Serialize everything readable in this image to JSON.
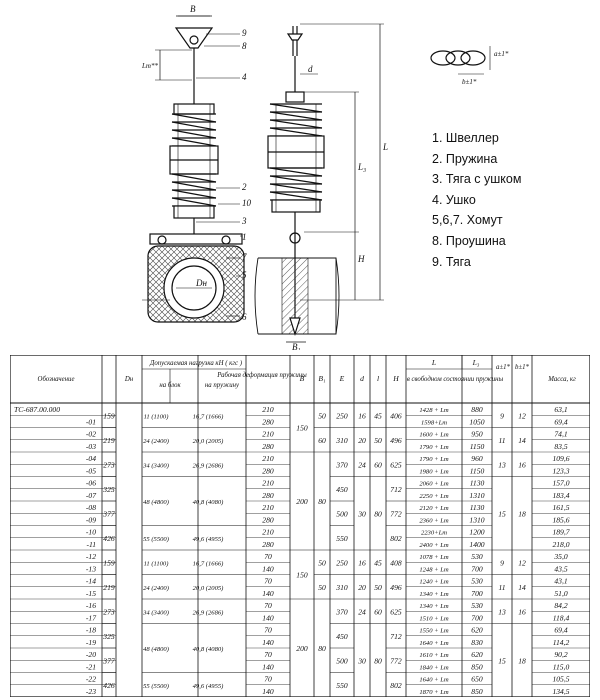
{
  "legend": [
    "1. Швеллер",
    "2. Пружина",
    "3. Тяга с ушком",
    "4. Ушко",
    "5,6,7. Хомут",
    "8. Проушина",
    "9. Тяга"
  ],
  "drawing": {
    "callouts": [
      "9",
      "8",
      "4",
      "2",
      "10",
      "3",
      "1",
      "7",
      "5",
      "6"
    ],
    "dims": {
      "B": "B",
      "L": "L",
      "L3": "L₃",
      "H": "H",
      "d": "d",
      "Dn": "Dн",
      "B1": "B₁",
      "sq": "a±1*",
      "bt": "b±1*",
      "Lt": "Lт**"
    }
  },
  "table": {
    "headers": {
      "designation": "Обозначение",
      "dn": "Dн",
      "load": "Допускаемая нагрузка кН ( кгс )",
      "load_block": "на блок",
      "load_spring": "на пружину",
      "deform": "Рабочая деформация пружины",
      "B": "B",
      "B1": "B₁",
      "E": "E",
      "d": "d",
      "l": "l",
      "H": "H",
      "L": "L",
      "L3": "L₃",
      "Lfree": "в свободном состоянии пружины",
      "a": "a±1*",
      "b": "b±1*",
      "mass": "Масса, кг"
    },
    "designations": [
      "ТС-687.00.000",
      "-01",
      "-02",
      "-03",
      "-04",
      "-05",
      "-06",
      "-07",
      "-08",
      "-09",
      "-10",
      "-11",
      "-12",
      "-13",
      "-14",
      "-15",
      "-16",
      "-17",
      "-18",
      "-19",
      "-20",
      "-21",
      "-22",
      "-23"
    ],
    "dn": [
      {
        "v": "159",
        "r0": 0,
        "n": 2
      },
      {
        "v": "219",
        "r0": 2,
        "n": 2
      },
      {
        "v": "273",
        "r0": 4,
        "n": 2
      },
      {
        "v": "325",
        "r0": 6,
        "n": 2
      },
      {
        "v": "377",
        "r0": 8,
        "n": 2
      },
      {
        "v": "426",
        "r0": 10,
        "n": 2
      },
      {
        "v": "159",
        "r0": 12,
        "n": 2
      },
      {
        "v": "219",
        "r0": 14,
        "n": 2
      },
      {
        "v": "273",
        "r0": 16,
        "n": 2
      },
      {
        "v": "325",
        "r0": 18,
        "n": 2
      },
      {
        "v": "377",
        "r0": 20,
        "n": 2
      },
      {
        "v": "426",
        "r0": 22,
        "n": 2
      }
    ],
    "load_block": [
      {
        "v": "11 (1100)",
        "r0": 0,
        "n": 2
      },
      {
        "v": "24 (2400)",
        "r0": 2,
        "n": 2
      },
      {
        "v": "34 (3400)",
        "r0": 4,
        "n": 2
      },
      {
        "v": "48 (4800)",
        "r0": 6,
        "n": 4
      },
      {
        "v": "55 (5500)",
        "r0": 10,
        "n": 2
      },
      {
        "v": "11 (1100)",
        "r0": 12,
        "n": 2
      },
      {
        "v": "24 (2400)",
        "r0": 14,
        "n": 2
      },
      {
        "v": "34 (3400)",
        "r0": 16,
        "n": 2
      },
      {
        "v": "48 (4800)",
        "r0": 18,
        "n": 4
      },
      {
        "v": "55 (5500)",
        "r0": 22,
        "n": 2
      }
    ],
    "load_spring": [
      {
        "v": "16,7 (1666)",
        "r0": 0,
        "n": 2
      },
      {
        "v": "20,0 (2005)",
        "r0": 2,
        "n": 2
      },
      {
        "v": "26,9 (2686)",
        "r0": 4,
        "n": 2
      },
      {
        "v": "40,8 (4080)",
        "r0": 6,
        "n": 4
      },
      {
        "v": "49,6 (4955)",
        "r0": 10,
        "n": 2
      },
      {
        "v": "16,7 (1666)",
        "r0": 12,
        "n": 2
      },
      {
        "v": "20,0 (2005)",
        "r0": 14,
        "n": 2
      },
      {
        "v": "26,9 (2686)",
        "r0": 16,
        "n": 2
      },
      {
        "v": "40,8 (4080)",
        "r0": 18,
        "n": 4
      },
      {
        "v": "49,6 (4955)",
        "r0": 22,
        "n": 2
      }
    ],
    "deform": [
      "210",
      "280",
      "210",
      "280",
      "210",
      "280",
      "210",
      "280",
      "210",
      "280",
      "210",
      "280",
      "70",
      "140",
      "70",
      "140",
      "70",
      "140",
      "70",
      "140",
      "70",
      "140",
      "70",
      "140"
    ],
    "B": [
      {
        "v": "150",
        "r0": 0,
        "n": 4
      },
      {
        "v": "200",
        "r0": 4,
        "n": 8
      },
      {
        "v": "150",
        "r0": 12,
        "n": 4
      },
      {
        "v": "200",
        "r0": 16,
        "n": 8
      }
    ],
    "B1": [
      {
        "v": "50",
        "r0": 0,
        "n": 2
      },
      {
        "v": "60",
        "r0": 2,
        "n": 2
      },
      {
        "v": "80",
        "r0": 4,
        "n": 8
      },
      {
        "v": "50",
        "r0": 12,
        "n": 2
      },
      {
        "v": "50",
        "r0": 14,
        "n": 2
      },
      {
        "v": "80",
        "r0": 16,
        "n": 8
      }
    ],
    "E": [
      {
        "v": "250",
        "r0": 0,
        "n": 2
      },
      {
        "v": "310",
        "r0": 2,
        "n": 2
      },
      {
        "v": "370",
        "r0": 4,
        "n": 2
      },
      {
        "v": "450",
        "r0": 6,
        "n": 2
      },
      {
        "v": "500",
        "r0": 8,
        "n": 2
      },
      {
        "v": "550",
        "r0": 10,
        "n": 2
      },
      {
        "v": "250",
        "r0": 12,
        "n": 2
      },
      {
        "v": "310",
        "r0": 14,
        "n": 2
      },
      {
        "v": "370",
        "r0": 16,
        "n": 2
      },
      {
        "v": "450",
        "r0": 18,
        "n": 2
      },
      {
        "v": "500",
        "r0": 20,
        "n": 2
      },
      {
        "v": "550",
        "r0": 22,
        "n": 2
      }
    ],
    "d": [
      {
        "v": "16",
        "r0": 0,
        "n": 2
      },
      {
        "v": "20",
        "r0": 2,
        "n": 2
      },
      {
        "v": "24",
        "r0": 4,
        "n": 2
      },
      {
        "v": "30",
        "r0": 6,
        "n": 6
      },
      {
        "v": "16",
        "r0": 12,
        "n": 2
      },
      {
        "v": "20",
        "r0": 14,
        "n": 2
      },
      {
        "v": "24",
        "r0": 16,
        "n": 2
      },
      {
        "v": "30",
        "r0": 18,
        "n": 6
      }
    ],
    "l": [
      {
        "v": "45",
        "r0": 0,
        "n": 2
      },
      {
        "v": "50",
        "r0": 2,
        "n": 2
      },
      {
        "v": "60",
        "r0": 4,
        "n": 2
      },
      {
        "v": "80",
        "r0": 6,
        "n": 6
      },
      {
        "v": "45",
        "r0": 12,
        "n": 2
      },
      {
        "v": "50",
        "r0": 14,
        "n": 2
      },
      {
        "v": "60",
        "r0": 16,
        "n": 2
      },
      {
        "v": "80",
        "r0": 18,
        "n": 6
      }
    ],
    "H": [
      {
        "v": "406",
        "r0": 0,
        "n": 2
      },
      {
        "v": "496",
        "r0": 2,
        "n": 2
      },
      {
        "v": "625",
        "r0": 4,
        "n": 2
      },
      {
        "v": "712",
        "r0": 6,
        "n": 2
      },
      {
        "v": "772",
        "r0": 8,
        "n": 2
      },
      {
        "v": "802",
        "r0": 10,
        "n": 2
      },
      {
        "v": "408",
        "r0": 12,
        "n": 2
      },
      {
        "v": "496",
        "r0": 14,
        "n": 2
      },
      {
        "v": "625",
        "r0": 16,
        "n": 2
      },
      {
        "v": "712",
        "r0": 18,
        "n": 2
      },
      {
        "v": "772",
        "r0": 20,
        "n": 2
      },
      {
        "v": "802",
        "r0": 22,
        "n": 2
      }
    ],
    "L": [
      "1428 + Lт",
      "1598+Lт",
      "1600 + Lт",
      "1790 + Lт",
      "1790 + Lт",
      "1980 + Lт",
      "2060 + Lт",
      "2250 + Lт",
      "2120 + Lт",
      "2360 + Lт",
      "2230+Lт",
      "2400 + Lт",
      "1078 + Lт",
      "1248 + Lт",
      "1240 + Lт",
      "1340 + Lт",
      "1340 + Lт",
      "1510 + Lт",
      "1550 + Lт",
      "1640 + Lт",
      "1610 + Lт",
      "1840 + Lт",
      "1640 + Lт",
      "1870 + Lт"
    ],
    "L3": [
      "880",
      "1050",
      "950",
      "1150",
      "960",
      "1150",
      "1130",
      "1310",
      "1130",
      "1310",
      "1200",
      "1400",
      "530",
      "700",
      "530",
      "700",
      "530",
      "700",
      "620",
      "830",
      "620",
      "850",
      "650",
      "850"
    ],
    "a": [
      {
        "v": "9",
        "r0": 0,
        "n": 2
      },
      {
        "v": "11",
        "r0": 2,
        "n": 2
      },
      {
        "v": "13",
        "r0": 4,
        "n": 2
      },
      {
        "v": "15",
        "r0": 6,
        "n": 6
      },
      {
        "v": "9",
        "r0": 12,
        "n": 2
      },
      {
        "v": "11",
        "r0": 14,
        "n": 2
      },
      {
        "v": "13",
        "r0": 16,
        "n": 2
      },
      {
        "v": "15",
        "r0": 18,
        "n": 6
      }
    ],
    "b": [
      {
        "v": "12",
        "r0": 0,
        "n": 2
      },
      {
        "v": "14",
        "r0": 2,
        "n": 2
      },
      {
        "v": "16",
        "r0": 4,
        "n": 2
      },
      {
        "v": "18",
        "r0": 6,
        "n": 6
      },
      {
        "v": "12",
        "r0": 12,
        "n": 2
      },
      {
        "v": "14",
        "r0": 14,
        "n": 2
      },
      {
        "v": "16",
        "r0": 16,
        "n": 2
      },
      {
        "v": "18",
        "r0": 18,
        "n": 6
      }
    ],
    "mass": [
      "63,1",
      "69,4",
      "74,1",
      "83,5",
      "109,6",
      "123,3",
      "157,0",
      "183,4",
      "161,5",
      "185,6",
      "189,7",
      "218,0",
      "35,0",
      "43,5",
      "43,1",
      "51,0",
      "84,2",
      "118,4",
      "69,4",
      "114,2",
      "90,2",
      "115,0",
      "105,5",
      "134,5"
    ]
  }
}
